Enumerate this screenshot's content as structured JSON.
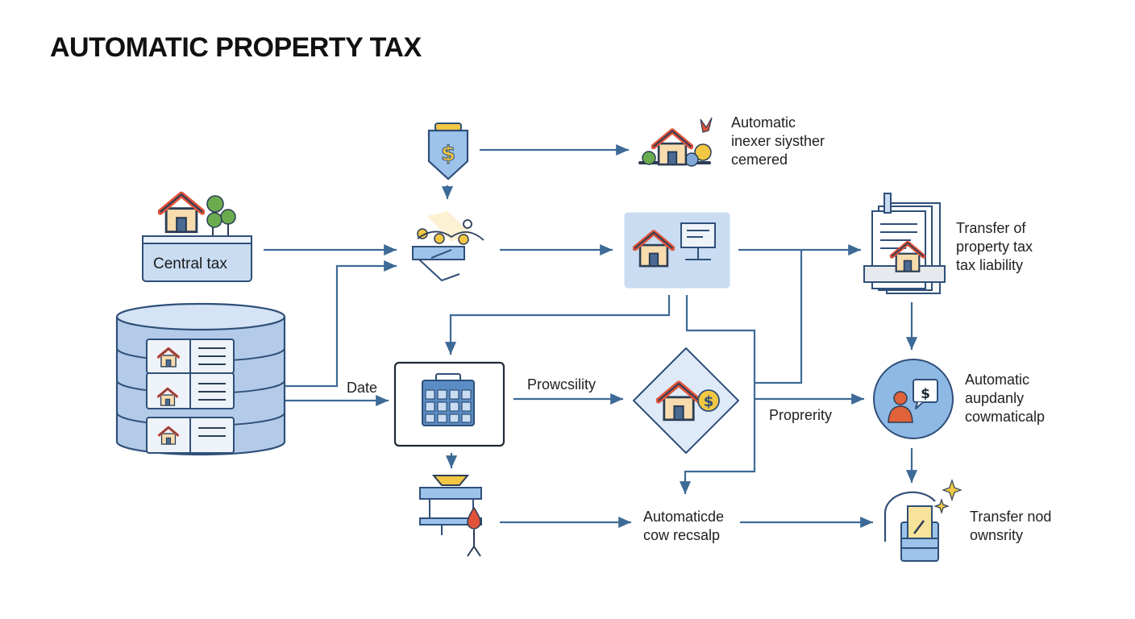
{
  "title": "AUTOMATIC PROPERTY TAX",
  "nodes": {
    "central_tax": "Central tax",
    "auto_system": [
      "Automatic",
      "inexer siysther",
      "cemered"
    ],
    "transfer_liability": [
      "Transfer of",
      "property tax",
      "tax liability"
    ],
    "date": "Date",
    "prowcsility": "Prowcsility",
    "proprerity": "Proprerity",
    "auto_update": [
      "Automatic",
      "aupdanly",
      "cowmaticalp"
    ],
    "auto_recsalp": [
      "Automaticde",
      "cow recsalp"
    ],
    "transfer_ownership": [
      "Transfer nod",
      "ownsrity"
    ]
  },
  "icons": {
    "shield": "shield-dollar-icon",
    "house_tree": "house-tree-icon",
    "auto_system": "house-sun-icon",
    "database": "database-icon",
    "hands": "handshake-icon",
    "monitor_house": "house-monitor-icon",
    "document": "document-house-icon",
    "calendar": "calendar-icon",
    "diamond": "house-dollar-diamond-icon",
    "person_circle": "person-dollar-icon",
    "scale": "scale-drop-icon",
    "ownership": "ownership-transfer-icon"
  },
  "colors": {
    "arrow": "#3d6a96",
    "blue_fill": "#c9dcf2",
    "blue_stroke": "#2f4f78",
    "house_roof": "#e0523a",
    "house_body": "#f8dcae",
    "tree": "#6aab4e",
    "gold": "#f2c744"
  }
}
